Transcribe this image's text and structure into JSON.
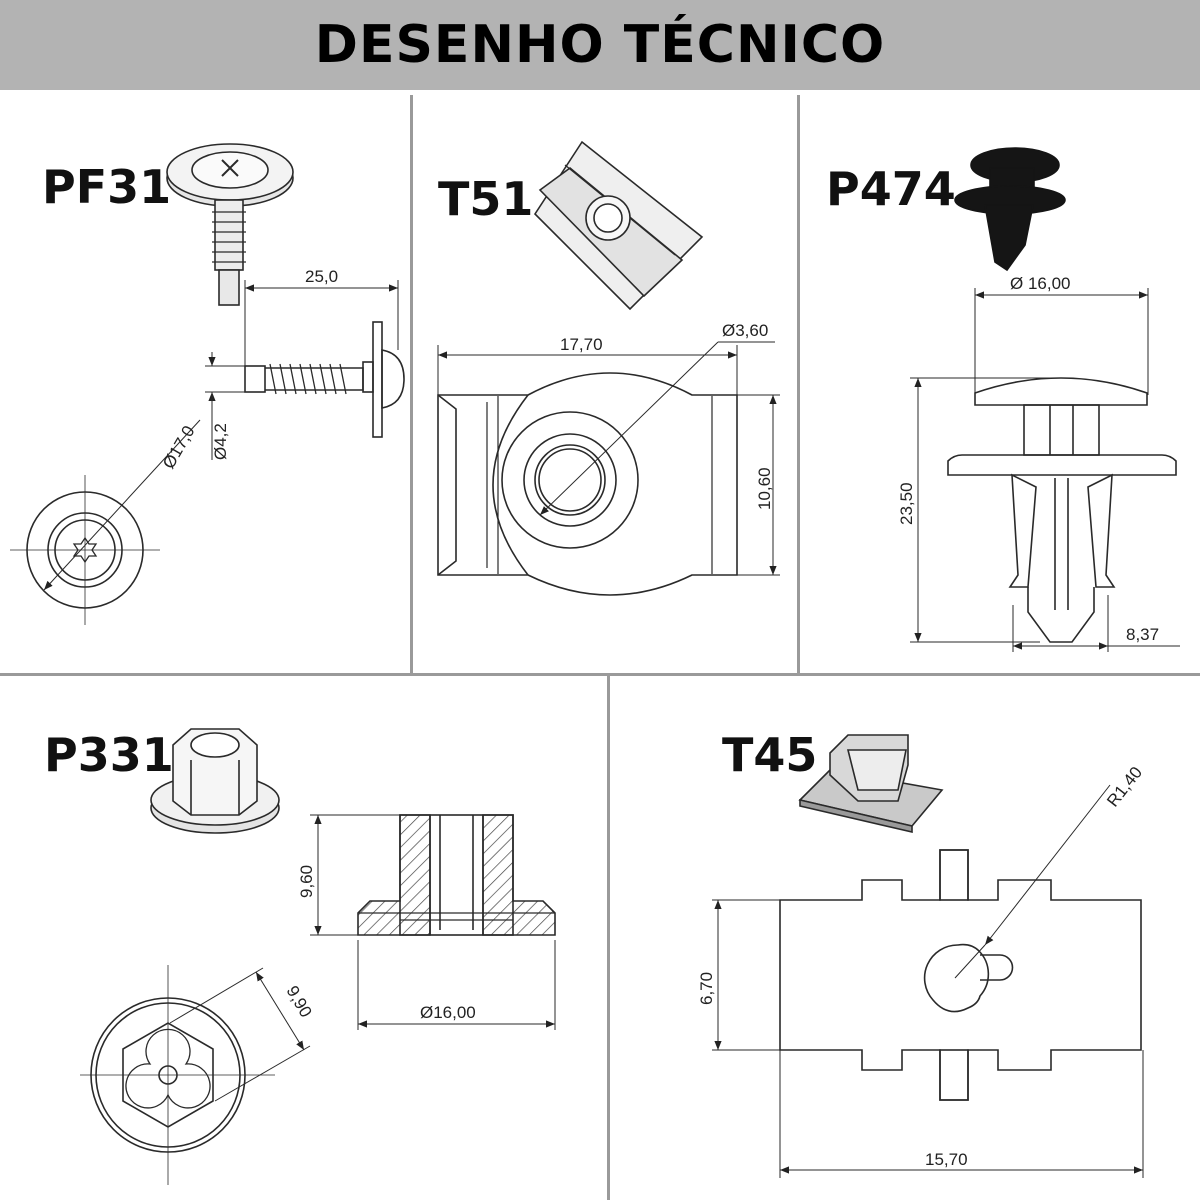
{
  "header": {
    "title": "DESENHO TÉCNICO"
  },
  "parts": {
    "pf31": {
      "label": "PF31",
      "dims": {
        "length": "25,0",
        "head_dia": "Ø17,0",
        "shank_dia": "Ø4,2"
      }
    },
    "t51": {
      "label": "T51",
      "dims": {
        "length": "17,70",
        "hole_dia": "Ø3,60",
        "height": "10,60"
      }
    },
    "p474": {
      "label": "P474",
      "dims": {
        "head_dia": "Ø 16,00",
        "height": "23,50",
        "leg_width": "8,37"
      }
    },
    "p331": {
      "label": "P331",
      "dims": {
        "height": "9,60",
        "flange_dia": "Ø16,00",
        "across_flats": "9,90"
      }
    },
    "t45": {
      "label": "T45",
      "dims": {
        "radius": "R1,40",
        "height": "6,70",
        "length": "15,70"
      }
    }
  },
  "colors": {
    "header_bg": "#b3b3b3",
    "divider": "#9a9a9a",
    "line": "#2a2a2a",
    "hatch": "#444444"
  }
}
